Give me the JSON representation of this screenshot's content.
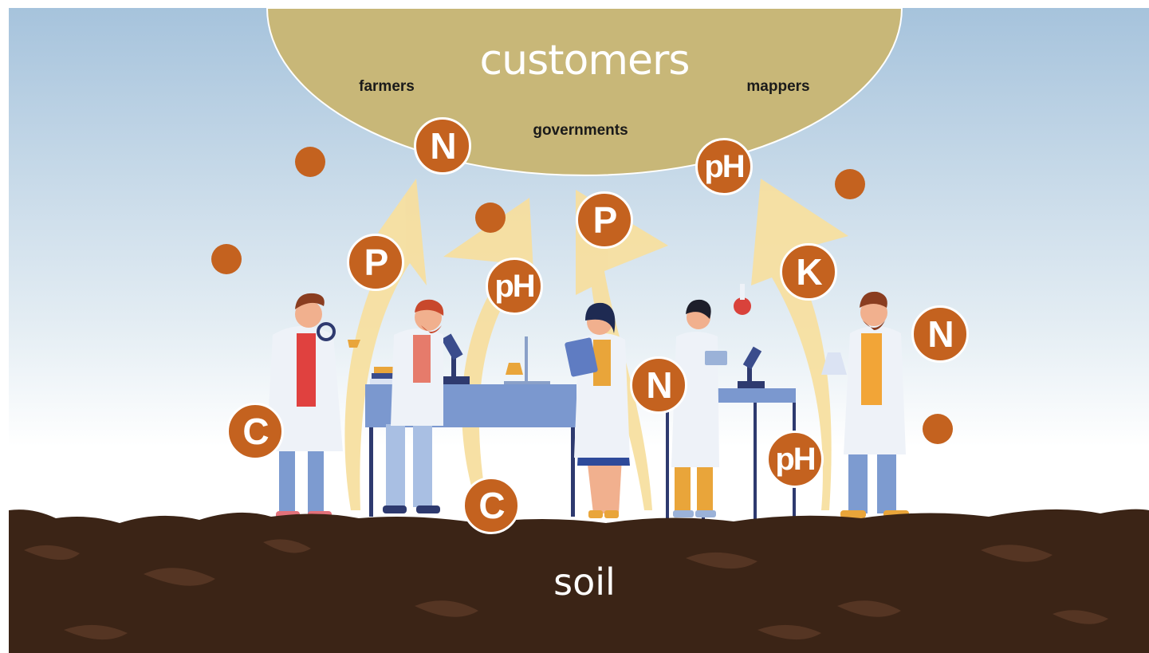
{
  "customers": {
    "title": "customers",
    "groups": [
      "farmers",
      "governments",
      "mappers"
    ],
    "color": "#c8b778"
  },
  "soil": {
    "label": "soil",
    "color": "#3b2416"
  },
  "nutrient_bubbles": [
    "N",
    "P",
    "pH",
    "P",
    "pH",
    "K",
    "N",
    "N",
    "pH",
    "C",
    "C"
  ],
  "colors": {
    "bubble": "#c4621f",
    "arrow": "#f7dfa0",
    "sky_top": "#a6c3dc",
    "sky_bottom": "#ffffff"
  },
  "scene": {
    "scientists": [
      "scientist-with-magnifier",
      "scientist-at-microscope",
      "scientist-with-clipboard",
      "scientist-with-flask",
      "scientist-with-beaker"
    ],
    "tables": [
      "long-lab-table",
      "small-lab-table"
    ]
  }
}
